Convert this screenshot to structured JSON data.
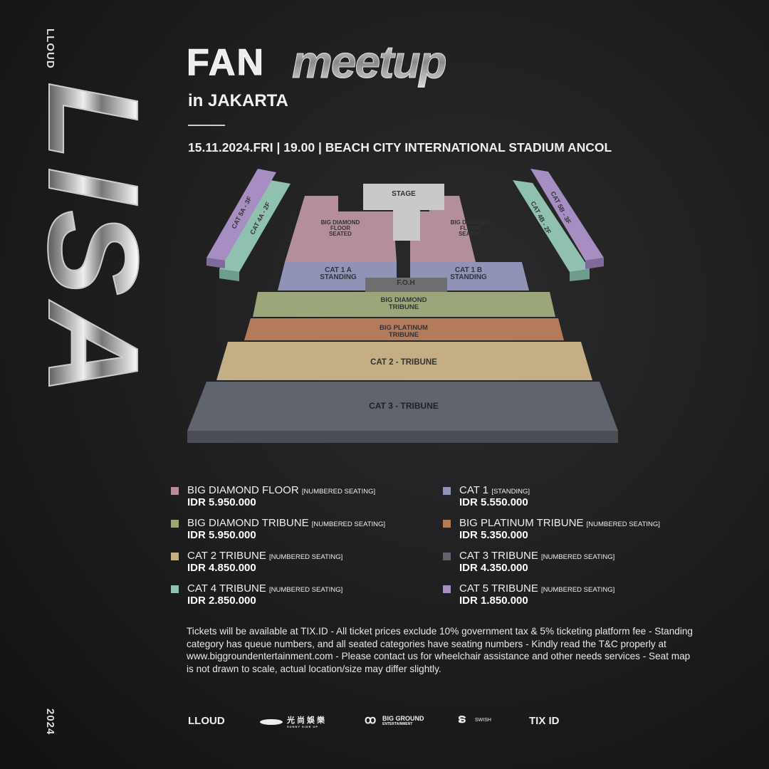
{
  "side": {
    "top": "LLOUD",
    "bottom": "2024",
    "logo": "LISA"
  },
  "header": {
    "title_a": "FAN",
    "title_b": "meetup",
    "subtitle": "in JAKARTA",
    "event_line": "15.11.2024.FRI | 19.00 | BEACH CITY INTERNATIONAL STADIUM ANCOL"
  },
  "map": {
    "stage": "STAGE",
    "bdf_left": [
      "BIG DIAMOND",
      "FLOOR",
      "SEATED"
    ],
    "bdf_right": [
      "BIG DIAMOND",
      "FLOOR",
      "SEATED"
    ],
    "cat1a": [
      "CAT 1 A",
      "STANDING"
    ],
    "cat1b": [
      "CAT 1 B",
      "STANDING"
    ],
    "foh": "F.O.H",
    "cat5a": "CAT 5A - 3F",
    "cat4a": "CAT 4A - 2F",
    "cat5b": "CAT 5B - 3F",
    "cat4b": "CAT 4B - 2F",
    "bdt": [
      "BIG DIAMOND",
      "TRIBUNE"
    ],
    "bpt": [
      "BIG PLATINUM",
      "TRIBUNE"
    ],
    "cat2": "CAT 2 - TRIBUNE",
    "cat3": "CAT 3 - TRIBUNE"
  },
  "colors": {
    "bdf": "#b58e9e",
    "cat1": "#8f94b6",
    "bdt": "#9ba67b",
    "bpt": "#b47a5c",
    "cat2": "#c3ae86",
    "cat3": "#60646d",
    "cat4": "#8fc0b0",
    "cat5": "#a68dc2",
    "stage": "#c9c9c9",
    "foh": "#6e6e6e"
  },
  "legend": [
    {
      "name": "BIG DIAMOND FLOOR",
      "tag": "[NUMBERED SEATING]",
      "price": "IDR 5.950.000",
      "color": "#b58e9e"
    },
    {
      "name": "CAT 1",
      "tag": "[STANDING]",
      "price": "IDR 5.550.000",
      "color": "#8f94b6"
    },
    {
      "name": "BIG DIAMOND TRIBUNE",
      "tag": "[NUMBERED SEATING]",
      "price": "IDR 5.950.000",
      "color": "#9ba67b"
    },
    {
      "name": "BIG PLATINUM TRIBUNE",
      "tag": "[NUMBERED SEATING]",
      "price": "IDR 5.350.000",
      "color": "#b47a5c"
    },
    {
      "name": "CAT 2 TRIBUNE",
      "tag": "[NUMBERED SEATING]",
      "price": "IDR 4.850.000",
      "color": "#c3ae86"
    },
    {
      "name": "CAT 3 TRIBUNE",
      "tag": "[NUMBERED SEATING]",
      "price": "IDR 4.350.000",
      "color": "#60646d"
    },
    {
      "name": "CAT 4 TRIBUNE",
      "tag": "[NUMBERED SEATING]",
      "price": "IDR 2.850.000",
      "color": "#8fc0b0"
    },
    {
      "name": "CAT 5 TRIBUNE",
      "tag": "[NUMBERED SEATING]",
      "price": "IDR 1.850.000",
      "color": "#a68dc2"
    }
  ],
  "note": "Tickets will be available at TIX.ID - All ticket prices exclude 10% government tax & 5% ticketing platform fee - Standing category has queue numbers, and all seated categories have seating numbers - Kindly read the T&C properly at www.biggroundentertainment.com - Please contact us for wheelchair assistance and other needs services - Seat map is not drawn to scale, actual location/size may differ slightly.",
  "footer": {
    "lloud": "LLOUD",
    "sunny": "光尚娛樂",
    "sunny_sub": "SUNNY SIDE UP",
    "bigground": "BIG GROUND",
    "bigground_sub": "ENTERTAINMENT",
    "swish": "SWISH",
    "tixid": "TIX ID"
  }
}
